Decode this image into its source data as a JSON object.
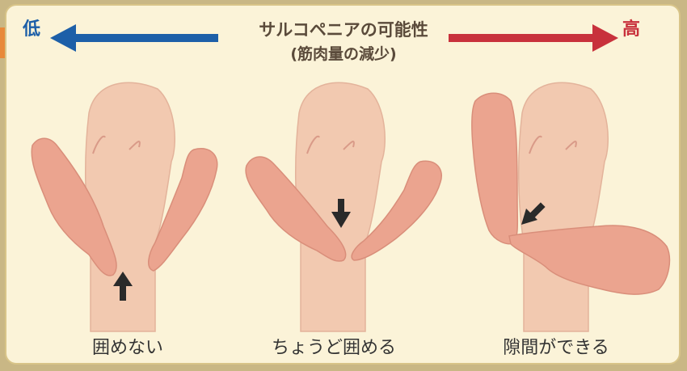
{
  "scale": {
    "low_label": "低",
    "high_label": "高",
    "title": "サルコペニアの可能性",
    "subtitle": "(筋肉量の減少)",
    "low_color": "#1d5fa8",
    "high_color": "#c8313c"
  },
  "figures": [
    {
      "caption": "囲めない",
      "arrow_direction": "up"
    },
    {
      "caption": "ちょうど囲める",
      "arrow_direction": "down"
    },
    {
      "caption": "隙間ができる",
      "arrow_direction": "down-left"
    }
  ],
  "colors": {
    "skin": "#f2c9b0",
    "hand": "#eba48f",
    "outline": "#d99a88"
  }
}
